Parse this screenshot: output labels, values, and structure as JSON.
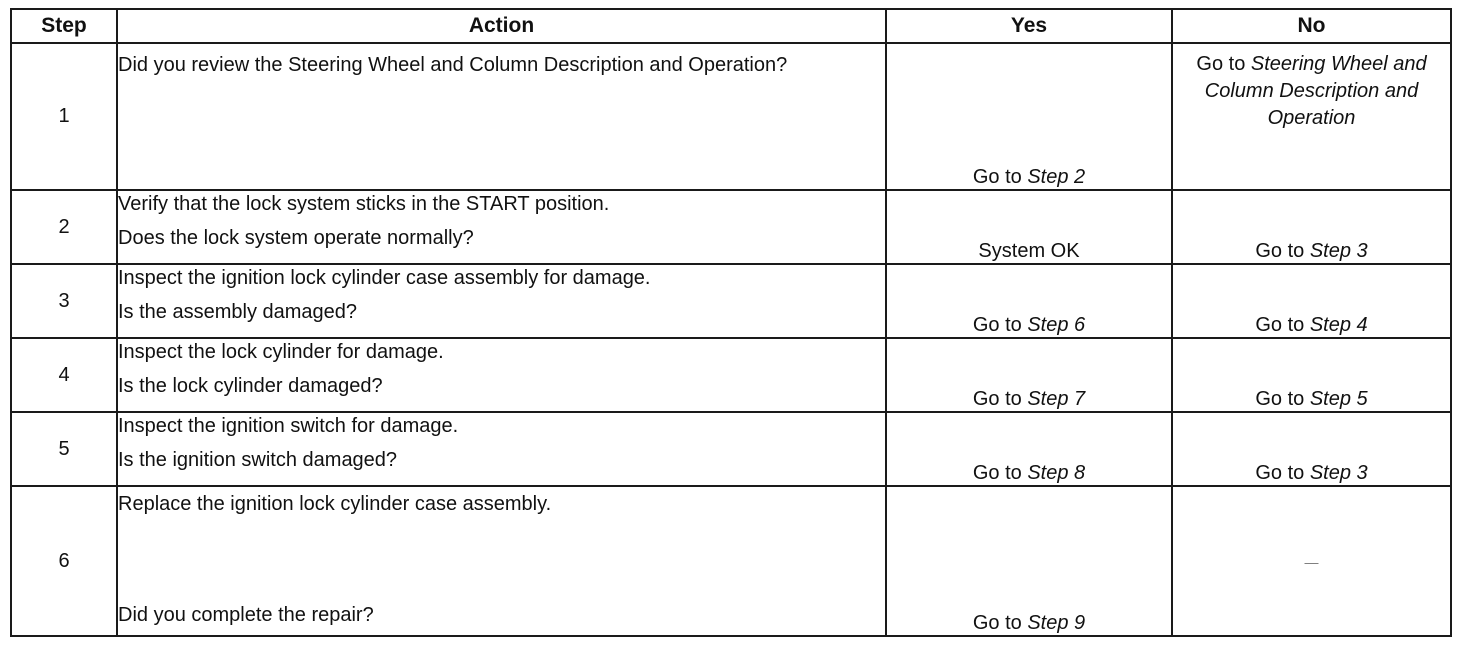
{
  "headers": {
    "step": "Step",
    "action": "Action",
    "yes": "Yes",
    "no": "No"
  },
  "rows": [
    {
      "step": "1",
      "action": "Did you review the Steering Wheel and Column Description and Operation?",
      "yes_prefix": "Go to ",
      "yes_ref": "Step 2",
      "no_prefix": "Go to ",
      "no_ref": "Steering Wheel and Column Description and Operation"
    },
    {
      "step": "2",
      "action_1": "Verify that the lock system sticks in the START position.",
      "action_2": "Does the lock system operate normally?",
      "yes_text": "System OK",
      "no_prefix": "Go to ",
      "no_ref": "Step 3"
    },
    {
      "step": "3",
      "action_1": "Inspect the ignition lock cylinder case assembly for damage.",
      "action_2": "Is the assembly damaged?",
      "yes_prefix": "Go to ",
      "yes_ref": "Step 6",
      "no_prefix": "Go to ",
      "no_ref": "Step 4"
    },
    {
      "step": "4",
      "action_1": "Inspect the lock cylinder for damage.",
      "action_2": "Is the lock cylinder damaged?",
      "yes_prefix": "Go to ",
      "yes_ref": "Step 7",
      "no_prefix": "Go to ",
      "no_ref": "Step 5"
    },
    {
      "step": "5",
      "action_1": "Inspect the ignition switch for damage.",
      "action_2": "Is the ignition switch damaged?",
      "yes_prefix": "Go to ",
      "yes_ref": "Step 8",
      "no_prefix": "Go to ",
      "no_ref": "Step 3"
    },
    {
      "step": "6",
      "action_1": "Replace the ignition lock cylinder case assembly.",
      "action_2": "Did you complete the repair?",
      "yes_prefix": "Go to ",
      "yes_ref": "Step 9",
      "no_text": "—"
    }
  ]
}
